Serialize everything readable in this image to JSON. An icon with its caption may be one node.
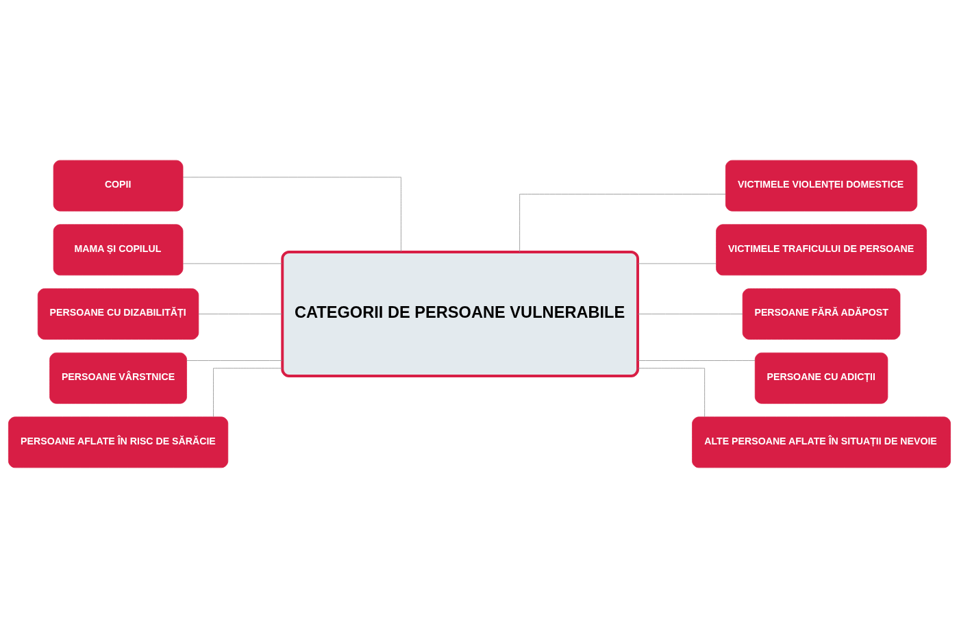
{
  "diagram": {
    "nodes": [
      {
        "text": [
          "CATEGORII DE PERSOANE VULNERABILE"
        ]
      },
      {
        "text": [
          "COPII"
        ]
      },
      {
        "text": [
          "MAMA ȘI COPILUL"
        ]
      },
      {
        "text": [
          "PERSOANE CU DIZABILITĂȚI"
        ]
      },
      {
        "text": [
          "PERSOANE VÂRSTNICE"
        ]
      },
      {
        "text": [
          "PERSOANE AFLATE ÎN RISC DE SĂRĂCIE"
        ]
      },
      {
        "text": [
          "VICTIMELE VIOLENȚEI DOMESTICE"
        ]
      },
      {
        "text": [
          "VICTIMELE TRAFICULUI DE PERSOANE"
        ]
      },
      {
        "text": [
          "PERSOANE FĂRĂ ADĂPOST"
        ]
      },
      {
        "text": [
          "PERSOANE CU ADICȚII"
        ]
      },
      {
        "text": [
          "ALTE PERSOANE AFLATE ÎN SITUAȚII DE NEVOIE"
        ]
      }
    ],
    "edges": [
      {
        "from": 1,
        "to": 0,
        "arrow": "none"
      },
      {
        "from": 2,
        "to": 0,
        "arrow": "none"
      },
      {
        "from": 3,
        "to": 0,
        "arrow": "none"
      },
      {
        "from": 4,
        "to": 0,
        "arrow": "none"
      },
      {
        "from": 5,
        "to": 0,
        "arrow": "none"
      },
      {
        "from": 0,
        "to": 6,
        "arrow": "none"
      },
      {
        "from": 0,
        "to": 7,
        "arrow": "none"
      },
      {
        "from": 0,
        "to": 8,
        "arrow": "none"
      },
      {
        "from": 0,
        "to": 9,
        "arrow": "none"
      },
      {
        "from": 0,
        "to": 10,
        "arrow": "none"
      }
    ]
  }
}
